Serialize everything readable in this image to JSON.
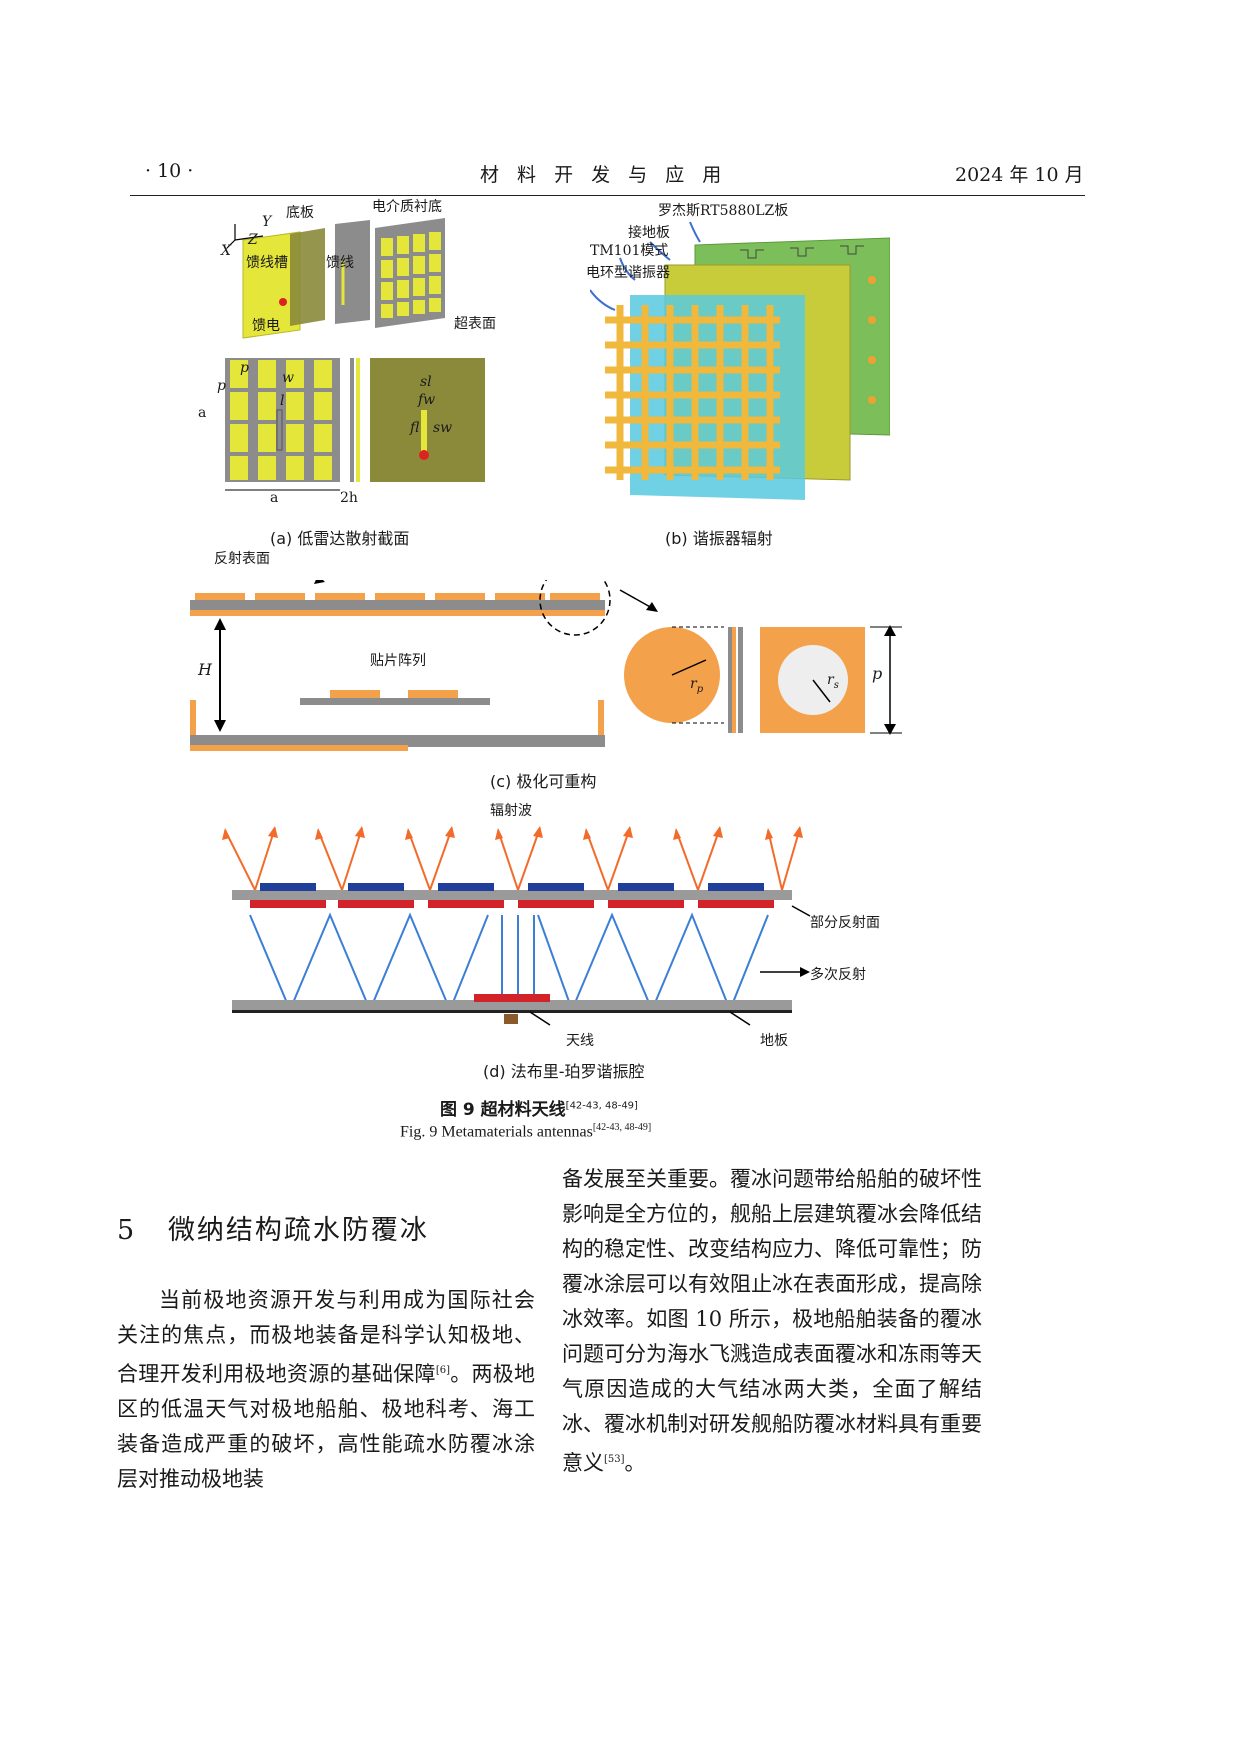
{
  "header": {
    "page_num": "· 10 ·",
    "journal": "材 料 开 发 与 应 用",
    "date": "2024 年 10 月"
  },
  "figure": {
    "a": {
      "caption": "(a)  低雷达散射截面",
      "labels": [
        "Y",
        "X",
        "Z",
        "底板",
        "电介质衬底",
        "馈线槽",
        "馈线",
        "馈电",
        "超表面",
        "p",
        "p",
        "w",
        "l",
        "a",
        "a",
        "2h",
        "sl",
        "fw",
        "fl",
        "sw"
      ]
    },
    "b": {
      "caption": "(b)  谐振器辐射",
      "labels": [
        "罗杰斯RT5880LZ板",
        "接地板",
        "TM101模式",
        "电环型谐振器"
      ]
    },
    "c": {
      "caption": "(c)  极化可重构",
      "labels": [
        "反射表面",
        "H",
        "贴片阵列",
        "r",
        "p",
        "r",
        "s",
        "p"
      ]
    },
    "d": {
      "caption": "(d)  法布里-珀罗谐振腔",
      "labels": [
        "辐射波",
        "部分反射面",
        "多次反射",
        "天线",
        "地板"
      ]
    },
    "title_cn": "图 9    超材料天线",
    "title_cn_ref": "[42-43, 48-49]",
    "title_en": "Fig. 9    Metamaterials antennas",
    "title_en_ref": "[42-43, 48-49]"
  },
  "section": {
    "number": "5",
    "title": "微纳结构疏水防覆冰"
  },
  "body": {
    "left_para": "当前极地资源开发与利用成为国际社会关注的焦点，而极地装备是科学认知极地、合理开发利用极地资源的基础保障",
    "left_ref1": "[6]",
    "left_para2": "。两极地区的低温天气对极地船舶、极地科考、海工装备造成严重的破坏，高性能疏水防覆冰涂层对推动极地装",
    "right_para": "备发展至关重要。覆冰问题带给船舶的破坏性影响是全方位的，舰船上层建筑覆冰会降低结构的稳定性、改变结构应力、降低可靠性；防覆冰涂层可以有效阻止冰在表面形成，提高除冰效率。如图 10 所示，极地船舶装备的覆冰问题可分为海水飞溅造成表面覆冰和冻雨等天气原因造成的大气结冰两大类，全面了解结冰、覆冰机制对研发舰船防覆冰材料具有重要意义",
    "right_ref": "[53]",
    "right_end": "。"
  },
  "colors": {
    "yellow": "#e4e63a",
    "olive": "#8a8a3a",
    "gray": "#8c8c8c",
    "orange": "#f4a14b",
    "blue_wave": "#3b7fd6",
    "red_patch": "#d2232a",
    "navy_patch": "#1f3f9a",
    "green_board": "#7cbf5a",
    "cyan_layer": "#58c9df"
  }
}
